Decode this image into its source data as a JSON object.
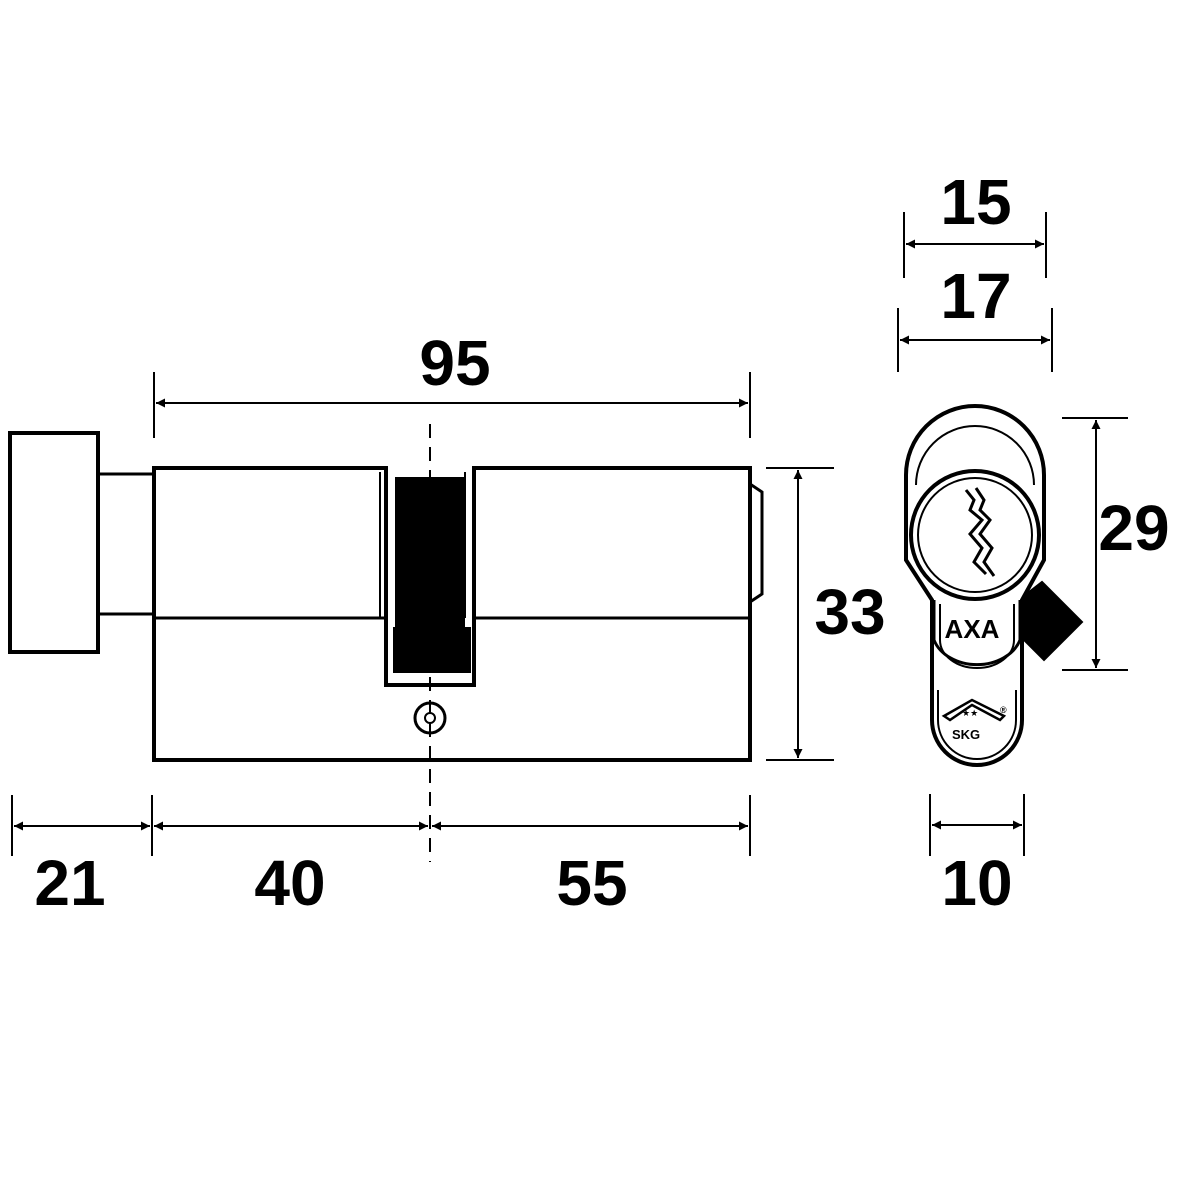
{
  "dimensions": {
    "overall_length": "95",
    "knob_length": "21",
    "left_body_length": "40",
    "right_body_length": "55",
    "height": "33",
    "profile_height": "29",
    "profile_width_inner": "15",
    "profile_width_outer": "17",
    "cam_width": "10"
  },
  "brand": {
    "name": "AXA",
    "certification": "SKG",
    "rating_stars": 2,
    "registered_mark": "®"
  },
  "colors": {
    "line": "#000000",
    "background": "#ffffff"
  }
}
